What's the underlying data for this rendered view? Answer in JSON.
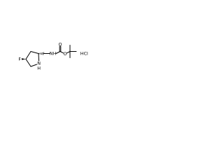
{
  "molecule": {
    "atoms": {
      "fluorine": "F",
      "ring_nitrogen": "N",
      "ring_nitrogen_h": "H",
      "carbamate_nh": "NH",
      "carbonyl_oxygen": "O",
      "ester_oxygen": "O",
      "salt": "HCl"
    }
  }
}
